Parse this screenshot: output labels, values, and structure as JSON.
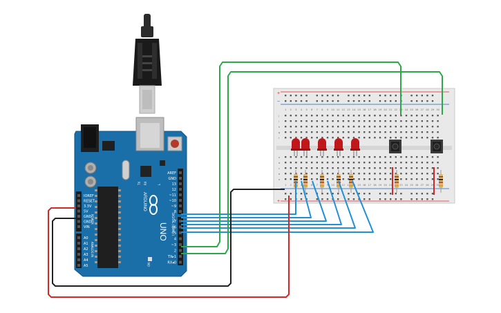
{
  "board": {
    "brand": "ARDUINO",
    "model": "UNO",
    "tx_label": "TX",
    "rx_label": "RX",
    "l_label": "L",
    "on_label": "ON",
    "digital_title": "DIGITAL (PWM~)",
    "power_title": "POWER",
    "analog_title": "ANALOG IN",
    "power_pins": [
      "IOREF",
      "RESET",
      "3.3V",
      "5V",
      "GND",
      "GND",
      "VIN"
    ],
    "analog_pins": [
      "A0",
      "A1",
      "A2",
      "A3",
      "A4",
      "A5"
    ],
    "digital_pins_top": [
      "AREF",
      "GND",
      "13",
      "12",
      "~11",
      "~10",
      "~9",
      "8"
    ],
    "digital_pins_bottom": [
      "7",
      "~6",
      "~5",
      "4",
      "~3",
      "2",
      "TX▸1",
      "RX◂0"
    ]
  },
  "breadboard": {
    "rail_plus": "+",
    "rail_minus": "−",
    "row_letters_top": [
      "j",
      "i",
      "h",
      "g",
      "f"
    ],
    "row_letters_bottom": [
      "e",
      "d",
      "c",
      "b",
      "a"
    ],
    "column_numbers": [
      "1",
      "2",
      "3",
      "4",
      "5",
      "6",
      "7",
      "8",
      "9",
      "10",
      "11",
      "12",
      "13",
      "14",
      "15",
      "16",
      "17",
      "18",
      "19",
      "20",
      "21",
      "22",
      "23",
      "24",
      "25",
      "26",
      "27",
      "28",
      "29",
      "30"
    ]
  },
  "wire_colors": {
    "data": "#1f8fd6",
    "button": "#2ba84a",
    "power": "#d62728",
    "ground": "#222222"
  },
  "components": {
    "leds": 5,
    "led_color": "#c0171b",
    "resistors": 7,
    "pushbuttons": 2
  },
  "icons": {
    "usb": "usb-cable-icon",
    "logo": "arduino-infinity-logo"
  }
}
